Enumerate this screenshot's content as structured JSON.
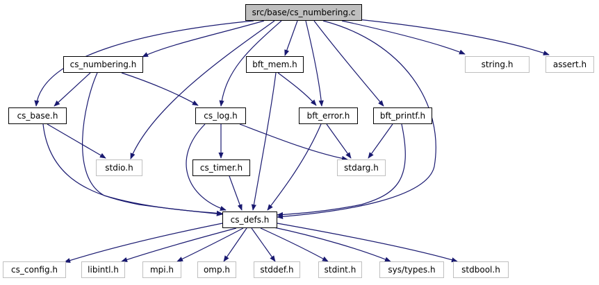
{
  "graph": {
    "root": "src/base/cs_numbering.c",
    "nodes": {
      "root": "src/base/cs_numbering.c",
      "cs_numbering_h": "cs_numbering.h",
      "bft_mem_h": "bft_mem.h",
      "string_h": "string.h",
      "assert_h": "assert.h",
      "cs_base_h": "cs_base.h",
      "cs_log_h": "cs_log.h",
      "bft_error_h": "bft_error.h",
      "bft_printf_h": "bft_printf.h",
      "stdio_h": "stdio.h",
      "cs_timer_h": "cs_timer.h",
      "stdarg_h": "stdarg.h",
      "cs_defs_h": "cs_defs.h",
      "cs_config_h": "cs_config.h",
      "libintl_h": "libintl.h",
      "mpi_h": "mpi.h",
      "omp_h": "omp.h",
      "stddef_h": "stddef.h",
      "stdint_h": "stdint.h",
      "sys_types_h": "sys/types.h",
      "stdbool_h": "stdbool.h"
    },
    "colors": {
      "edge": "#191970",
      "root_fill": "#bfbfbf",
      "local_border": "#000000",
      "system_border": "#bfbfbf"
    }
  }
}
